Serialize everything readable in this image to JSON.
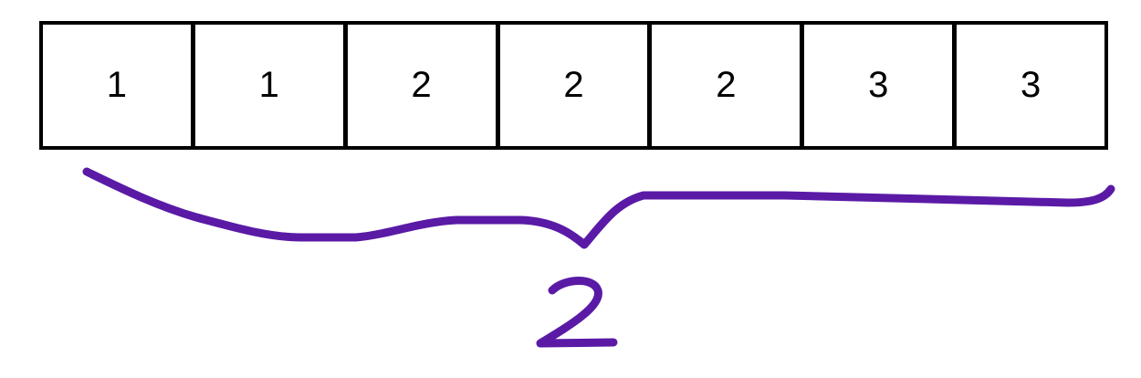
{
  "array": {
    "cells": [
      "1",
      "1",
      "2",
      "2",
      "2",
      "3",
      "3"
    ]
  },
  "annotation": {
    "handwritten_value": "2",
    "ink_color": "#5a1aa6"
  }
}
